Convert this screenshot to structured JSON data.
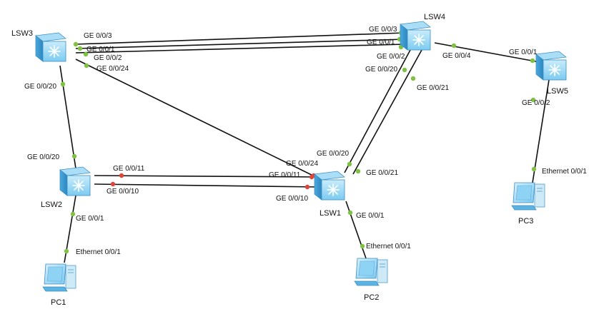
{
  "colors": {
    "link": "#111111",
    "port_up": "#7fc241",
    "port_down": "#e2443a",
    "switch_fill": "#6fc3ef",
    "pc_fill": "#6fc3ef"
  },
  "devices": {
    "lsw3": {
      "label": "LSW3",
      "kind": "switch",
      "icon": "switch-icon"
    },
    "lsw4": {
      "label": "LSW4",
      "kind": "switch",
      "icon": "switch-icon"
    },
    "lsw5": {
      "label": "LSW5",
      "kind": "switch",
      "icon": "switch-icon"
    },
    "lsw2": {
      "label": "LSW2",
      "kind": "switch",
      "icon": "switch-icon"
    },
    "lsw1": {
      "label": "LSW1",
      "kind": "switch",
      "icon": "switch-icon"
    },
    "pc1": {
      "label": "PC1",
      "kind": "pc",
      "icon": "pc-icon"
    },
    "pc2": {
      "label": "PC2",
      "kind": "pc",
      "icon": "pc-icon"
    },
    "pc3": {
      "label": "PC3",
      "kind": "pc",
      "icon": "pc-icon"
    }
  },
  "links": [
    {
      "id": "lsw3-lsw4-a",
      "from": "lsw3",
      "from_port": "GE 0/0/3",
      "to": "lsw4",
      "to_port": "GE 0/0/3",
      "from_state": "up",
      "to_state": "up"
    },
    {
      "id": "lsw3-lsw4-b",
      "from": "lsw3",
      "from_port": "GE 0/0/1",
      "to": "lsw4",
      "to_port": "GE 0/0/1",
      "from_state": "up",
      "to_state": "up"
    },
    {
      "id": "lsw3-lsw4-c",
      "from": "lsw3",
      "from_port": "GE 0/0/2",
      "to": "lsw4",
      "to_port": "GE 0/0/2",
      "from_state": "up",
      "to_state": "up"
    },
    {
      "id": "lsw3-lsw1",
      "from": "lsw3",
      "from_port": "GE 0/0/24",
      "to": "lsw1",
      "to_port": "GE 0/0/24",
      "from_state": "up",
      "to_state": "down"
    },
    {
      "id": "lsw3-lsw2",
      "from": "lsw3",
      "from_port": "GE 0/0/20",
      "to": "lsw2",
      "to_port": "GE 0/0/20",
      "from_state": "up",
      "to_state": "up"
    },
    {
      "id": "lsw4-lsw5",
      "from": "lsw4",
      "from_port": "GE 0/0/4",
      "to": "lsw5",
      "to_port": "GE 0/0/1",
      "from_state": "up",
      "to_state": "up"
    },
    {
      "id": "lsw4-lsw1-a",
      "from": "lsw4",
      "from_port": "GE 0/0/20",
      "to": "lsw1",
      "to_port": "GE 0/0/20",
      "from_state": "up",
      "to_state": "up"
    },
    {
      "id": "lsw4-lsw1-b",
      "from": "lsw4",
      "from_port": "GE 0/0/21",
      "to": "lsw1",
      "to_port": "GE 0/0/21",
      "from_state": "up",
      "to_state": "up"
    },
    {
      "id": "lsw2-lsw1-a",
      "from": "lsw2",
      "from_port": "GE 0/0/11",
      "to": "lsw1",
      "to_port": "GE 0/0/11",
      "from_state": "down",
      "to_state": "down"
    },
    {
      "id": "lsw2-lsw1-b",
      "from": "lsw2",
      "from_port": "GE 0/0/10",
      "to": "lsw1",
      "to_port": "GE 0/0/10",
      "from_state": "down",
      "to_state": "down"
    },
    {
      "id": "lsw2-pc1",
      "from": "lsw2",
      "from_port": "GE 0/0/1",
      "to": "pc1",
      "to_port": "Ethernet 0/0/1",
      "from_state": "up",
      "to_state": "up"
    },
    {
      "id": "lsw1-pc2",
      "from": "lsw1",
      "from_port": "GE 0/0/1",
      "to": "pc2",
      "to_port": "Ethernet 0/0/1",
      "from_state": "up",
      "to_state": "up"
    },
    {
      "id": "lsw5-pc3",
      "from": "lsw5",
      "from_port": "GE 0/0/2",
      "to": "pc3",
      "to_port": "Ethernet 0/0/1",
      "from_state": "up",
      "to_state": "up"
    }
  ]
}
